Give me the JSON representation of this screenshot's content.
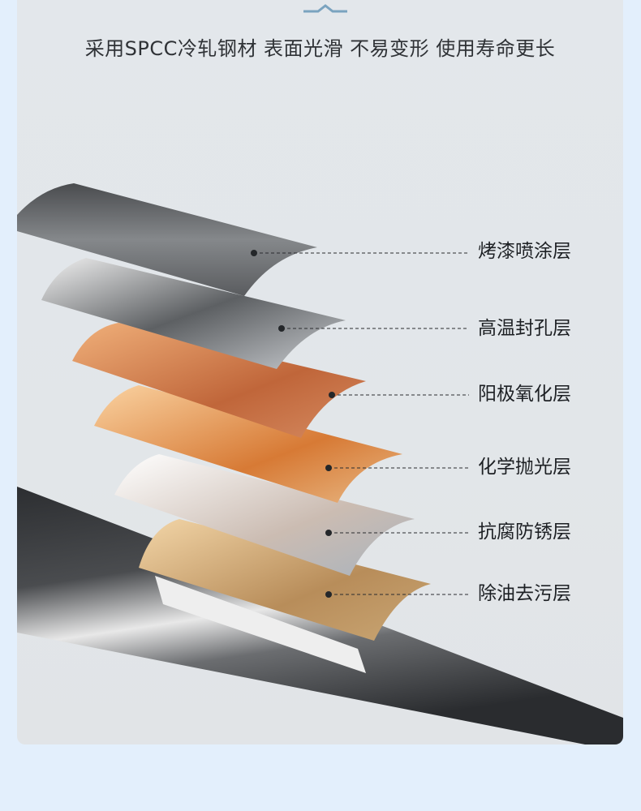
{
  "header": {
    "decoration_icon": "chevron-up-divider-icon",
    "title": "采用SPCC冷轧钢材 表面光滑 不易变形 使用寿命更长"
  },
  "colors": {
    "page_background": "#e3effc",
    "card_background": "#e2e6e9",
    "accent": "#7aa3bf",
    "text": "#2f3236"
  },
  "layers": [
    {
      "id": "paint",
      "label": "烤漆喷涂层",
      "material_color": "#5e6164"
    },
    {
      "id": "sealing",
      "label": "高温封孔层",
      "material_color": "#b8bcc0"
    },
    {
      "id": "anodize",
      "label": "阳极氧化层",
      "material_color": "#c97a4c"
    },
    {
      "id": "polish",
      "label": "化学抛光层",
      "material_color": "#e2a160"
    },
    {
      "id": "anticorrosion",
      "label": "抗腐防锈层",
      "material_color": "#d6d3d0"
    },
    {
      "id": "degrease",
      "label": "除油去污层",
      "material_color": "#d5ae78"
    }
  ],
  "base_pipe": {
    "name": "steel-pipe",
    "material_color": "#3b3d40"
  }
}
